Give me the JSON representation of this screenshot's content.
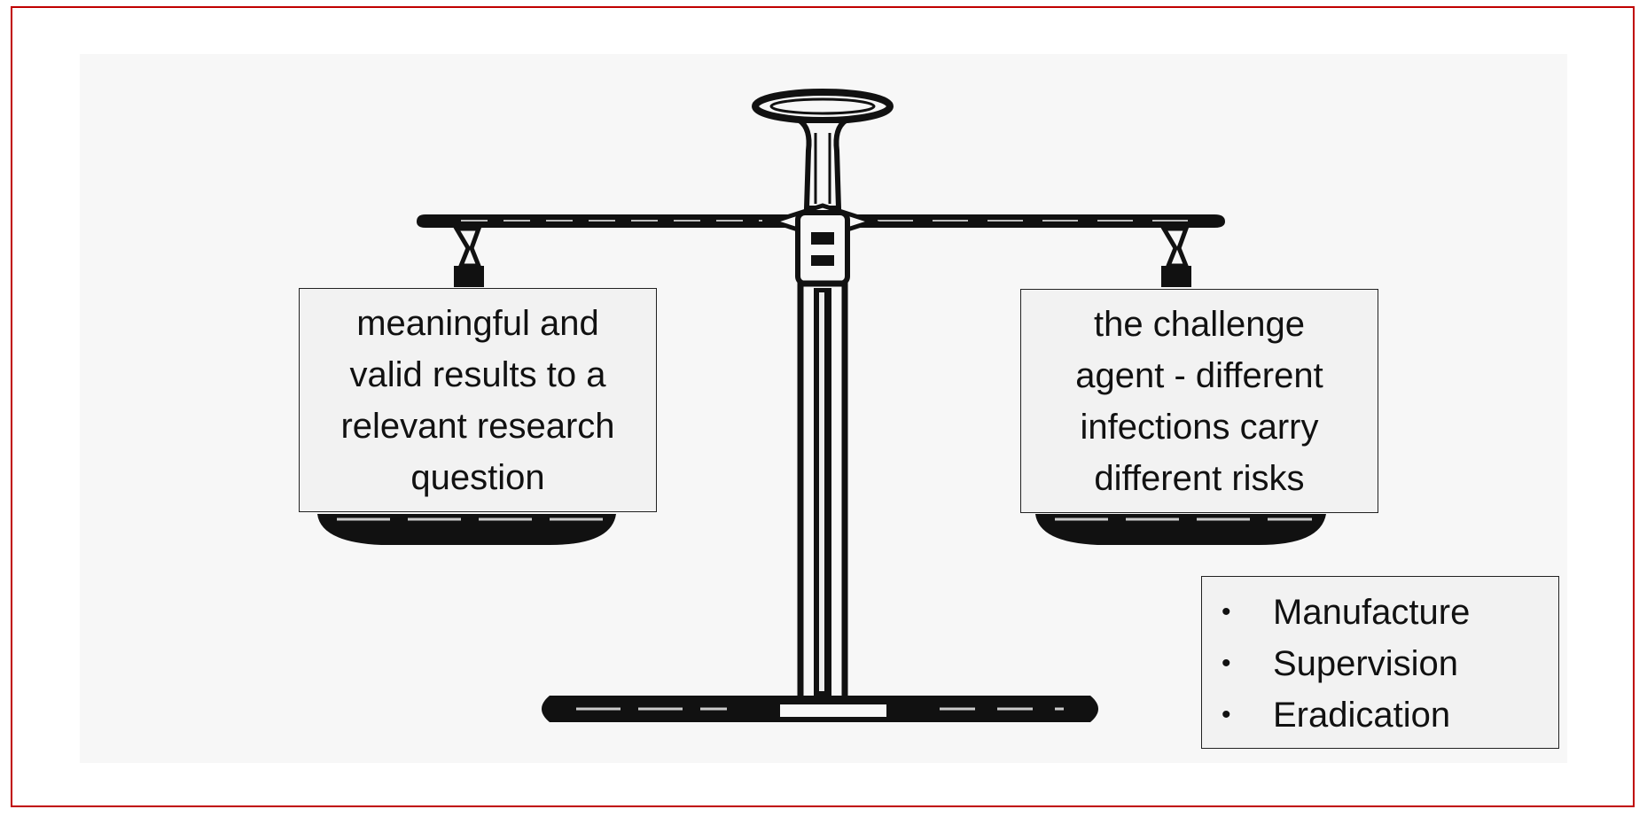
{
  "left_pan": {
    "lines": [
      "meaningful and",
      "valid results to a",
      "relevant research",
      "question"
    ]
  },
  "right_pan": {
    "lines": [
      "the challenge",
      "agent - different",
      "infections carry",
      "different risks"
    ]
  },
  "list": {
    "items": [
      "Manufacture",
      "Supervision",
      "Eradication"
    ]
  }
}
